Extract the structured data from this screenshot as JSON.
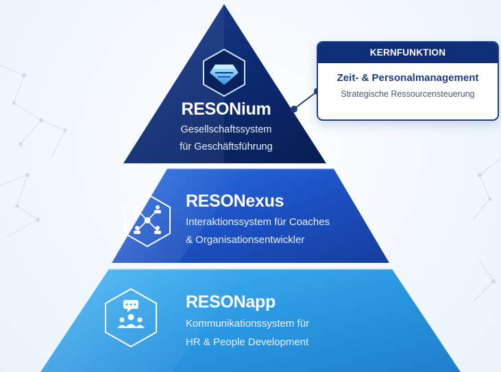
{
  "callout": {
    "header": "KERNFUNKTION",
    "title": "Zeit- & Personalmanagement",
    "subtitle": "Strategische Ressourcensteuerung"
  },
  "tiers": [
    {
      "name": "RESONium",
      "description_line1": "Gesellschaftssystem",
      "description_line2": "für Geschäftsführung",
      "icon": "hexagon-gem-logo-icon",
      "color": "#0c2a6e"
    },
    {
      "name": "RESONexus",
      "description_line1": "Interaktionssystem für Coaches",
      "description_line2": "& Organisationsentwickler",
      "icon": "network-people-icon",
      "color": "#1e56c8"
    },
    {
      "name": "RESONapp",
      "description_line1": "Kommunikationssystem für",
      "description_line2": "HR & People Development",
      "icon": "chat-group-icon",
      "color": "#2f9ee6"
    }
  ]
}
